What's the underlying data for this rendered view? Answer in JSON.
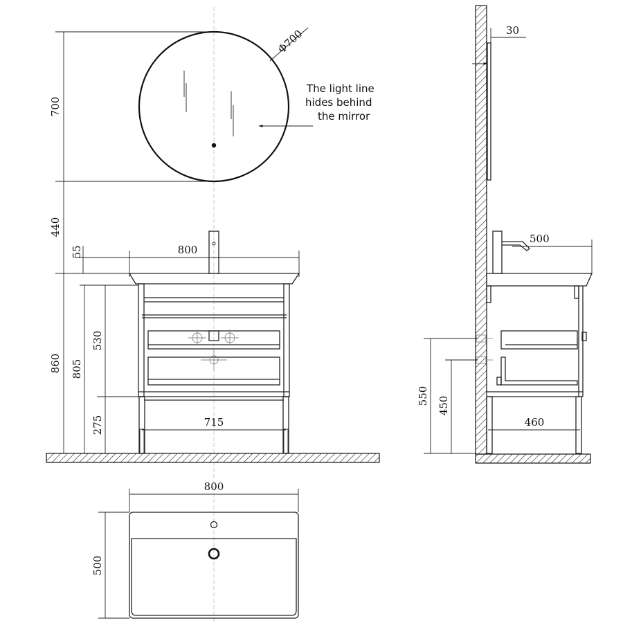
{
  "front": {
    "mirror_diameter": "Φ700",
    "mirror_height": "700",
    "gap_mirror_to_basin": "440",
    "faucet_height": "55",
    "basin_width": "800",
    "total_height": "860",
    "cabinet_height": "805",
    "drawer_zone": "530",
    "leg_height": "275",
    "leg_span": "715"
  },
  "note": {
    "line1": "The light line",
    "line2": "hides behind",
    "line3": "the mirror"
  },
  "side": {
    "mirror_thickness": "30",
    "depth": "500",
    "pipe_height_upper": "550",
    "pipe_height_lower": "450",
    "leg_depth": "460"
  },
  "top": {
    "width": "800",
    "depth": "500"
  }
}
